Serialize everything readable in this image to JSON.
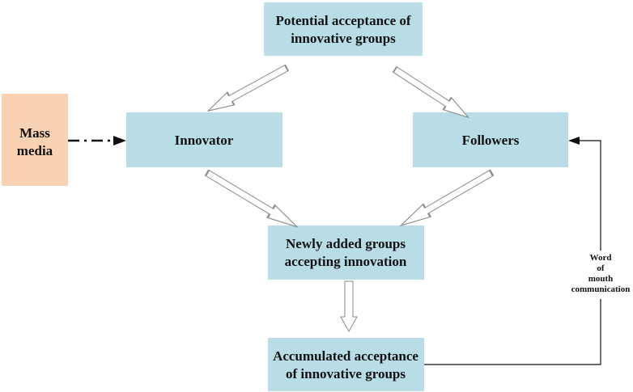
{
  "colors": {
    "box_blue": "#b8dde6",
    "box_orange": "#f9d2b4",
    "line": "#111111",
    "arrow_outline": "#8a8a8a"
  },
  "nodes": {
    "potential": {
      "line1": "Potential acceptance of",
      "line2": "innovative groups"
    },
    "innovator": {
      "label": "Innovator"
    },
    "followers": {
      "label": "Followers"
    },
    "mass_media": {
      "line1": "Mass",
      "line2": "media"
    },
    "newly_added": {
      "line1": "Newly added groups",
      "line2": "accepting innovation"
    },
    "accumulated": {
      "line1": "Accumulated acceptance",
      "line2": "of innovative groups"
    }
  },
  "edges": {
    "word_of_mouth": {
      "line1": "Word",
      "line2": "of",
      "line3": "mouth",
      "line4": "communication"
    }
  }
}
